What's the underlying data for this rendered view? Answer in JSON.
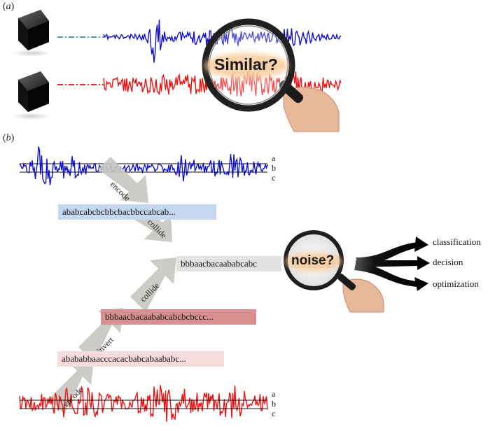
{
  "panel_a": {
    "label": "a",
    "magnifier_text": "Similar?"
  },
  "panel_b": {
    "label": "b",
    "levels_top": [
      "a",
      "b",
      "c"
    ],
    "levels_bottom": [
      "a",
      "b",
      "c"
    ],
    "code_blue": "ababcabcbcbbcbacbbccabcab...",
    "code_gray": "bbbaacbacaababcabc",
    "code_red_dark": "bbbaacbacaababcabcbcbccc...",
    "code_red_light": "abababbaacccacacbabcabaababc...",
    "arrow_labels": {
      "encode_top": "encode",
      "collide_top": "collide",
      "collide_bottom": "collide",
      "invert": "invert",
      "encode_bottom": "encode"
    },
    "magnifier_text": "noise?",
    "outcomes": [
      "classification",
      "decision",
      "optimization"
    ]
  },
  "colors": {
    "blue": "#1010cc",
    "red": "#ee1111",
    "arrow": "#c8c8c2",
    "box_blue": "#c5d7ee",
    "box_gray": "#e2e2e2",
    "box_red_dark": "#d99090",
    "box_red_light": "#f6dcdc",
    "glow": "#f7c99a"
  }
}
